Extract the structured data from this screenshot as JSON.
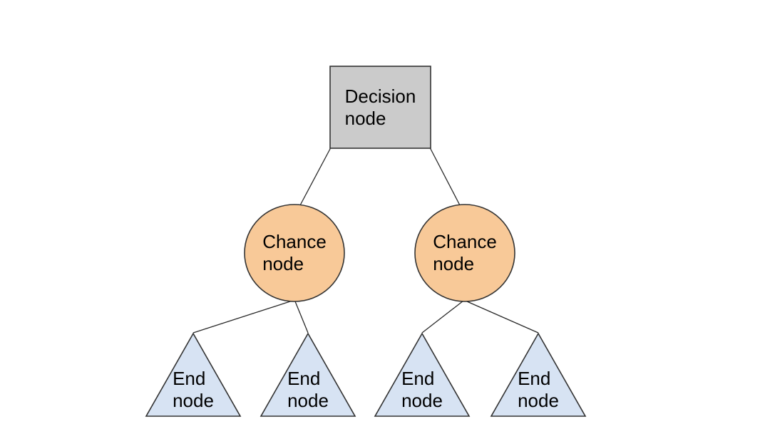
{
  "diagram": {
    "type": "decision-tree",
    "nodes": {
      "decision": {
        "shape": "square",
        "label": "Decision\nnode"
      },
      "chance_left": {
        "shape": "circle",
        "label": "Chance\nnode"
      },
      "chance_right": {
        "shape": "circle",
        "label": "Chance\nnode"
      },
      "end_1": {
        "shape": "triangle",
        "label": "End\nnode"
      },
      "end_2": {
        "shape": "triangle",
        "label": "End\nnode"
      },
      "end_3": {
        "shape": "triangle",
        "label": "End\nnode"
      },
      "end_4": {
        "shape": "triangle",
        "label": "End\nnode"
      }
    },
    "edges": [
      {
        "from": "decision",
        "to": "chance_left"
      },
      {
        "from": "decision",
        "to": "chance_right"
      },
      {
        "from": "chance_left",
        "to": "end_1"
      },
      {
        "from": "chance_left",
        "to": "end_2"
      },
      {
        "from": "chance_right",
        "to": "end_3"
      },
      {
        "from": "chance_right",
        "to": "end_4"
      }
    ],
    "colors": {
      "decision_fill": "#cbcbcb",
      "chance_fill": "#f8c998",
      "end_fill": "#d7e3f3",
      "stroke": "#333333",
      "edge_stroke": "#2a2a2a",
      "text": "#000000",
      "background": "#ffffff"
    }
  }
}
